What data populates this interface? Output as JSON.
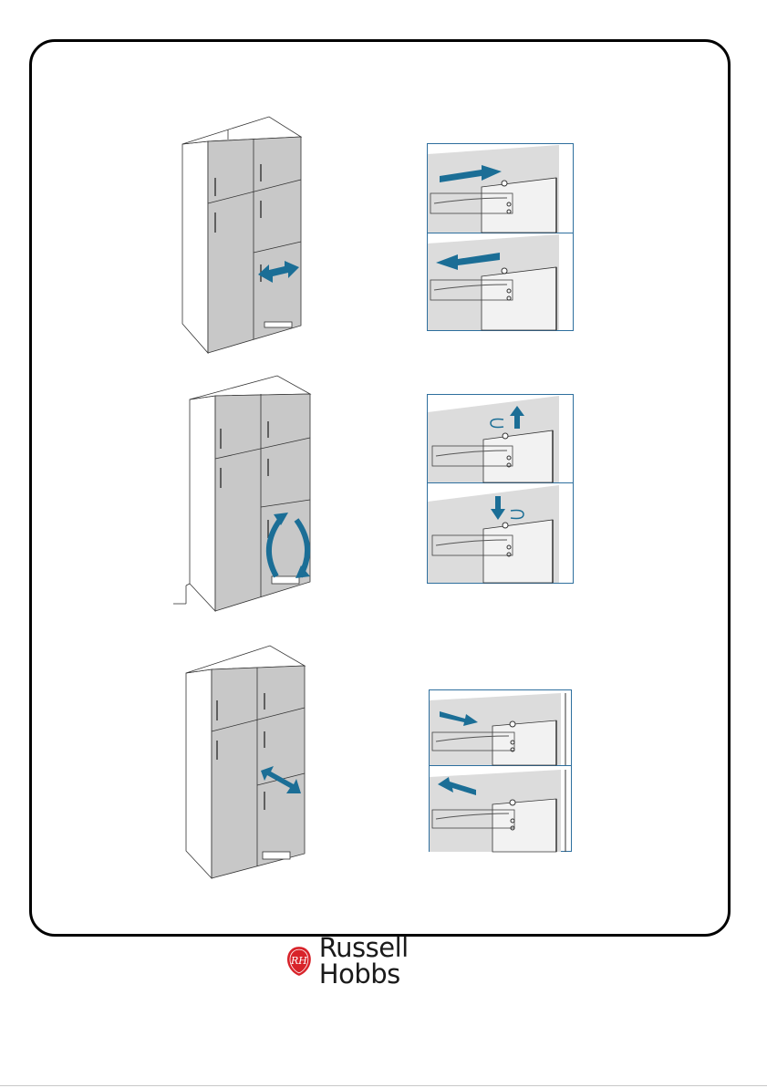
{
  "brand": {
    "name": "Russell Hobbs",
    "monogram": "RH",
    "logo_color": "#d8232a"
  },
  "colors": {
    "arrow": "#1b6e96",
    "panel_border": "#2e6f9e",
    "door": "#c8c8c8",
    "cabinet": "#ffffff"
  },
  "steps": [
    {
      "id": 1,
      "cabinet_icon": "double-arrow-horizontal-icon",
      "detail_icons": [
        "arrow-right-icon",
        "arrow-left-icon"
      ]
    },
    {
      "id": 2,
      "cabinet_icon": "rotate-arrows-icon",
      "detail_icons": [
        "arrow-up-rotate-icon",
        "arrow-down-rotate-icon"
      ]
    },
    {
      "id": 3,
      "cabinet_icon": "double-arrow-diagonal-icon",
      "detail_icons": [
        "arrow-diagonal-down-icon",
        "arrow-diagonal-up-icon"
      ]
    }
  ]
}
